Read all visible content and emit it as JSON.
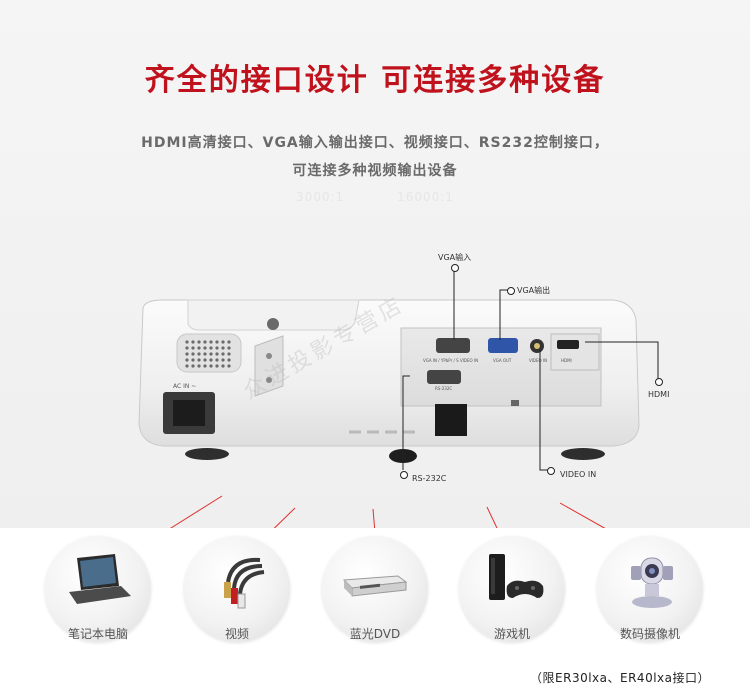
{
  "heading": {
    "title": "齐全的接口设计  可连接多种设备",
    "subtitle_line1": "HDMI高清接口、VGA输入输出接口、视频接口、RS232控制接口，",
    "subtitle_line2": "可连接多种视频输出设备",
    "ghost_left": "3000:1",
    "ghost_right": "16000:1"
  },
  "ports": {
    "vga_in": "VGA输入",
    "vga_out": "VGA输出",
    "hdmi": "HDMI",
    "video_in": "VIDEO IN",
    "rs232": "RS-232C",
    "ac_in": "AC IN ~",
    "panel_vga_in": "VGA IN / YPbPr / S VIDEO IN",
    "panel_vga_out": "VGA OUT",
    "panel_video_in": "VIDEO IN",
    "panel_hdmi": "HDMI",
    "panel_rs232": "RS-232C"
  },
  "devices": [
    {
      "label": "笔记本电脑",
      "icon": "laptop-icon"
    },
    {
      "label": "视频",
      "icon": "av-cable-icon"
    },
    {
      "label": "蓝光DVD",
      "icon": "dvd-player-icon"
    },
    {
      "label": "游戏机",
      "icon": "game-console-icon"
    },
    {
      "label": "数码摄像机",
      "icon": "camcorder-icon"
    }
  ],
  "footnote": "（限ER30lxa、ER40lxa接口）",
  "watermark": "众进投影专营店",
  "colors": {
    "title": "#c0121c",
    "connector_lines": "#e03030",
    "subtitle": "#6a6a6a"
  }
}
